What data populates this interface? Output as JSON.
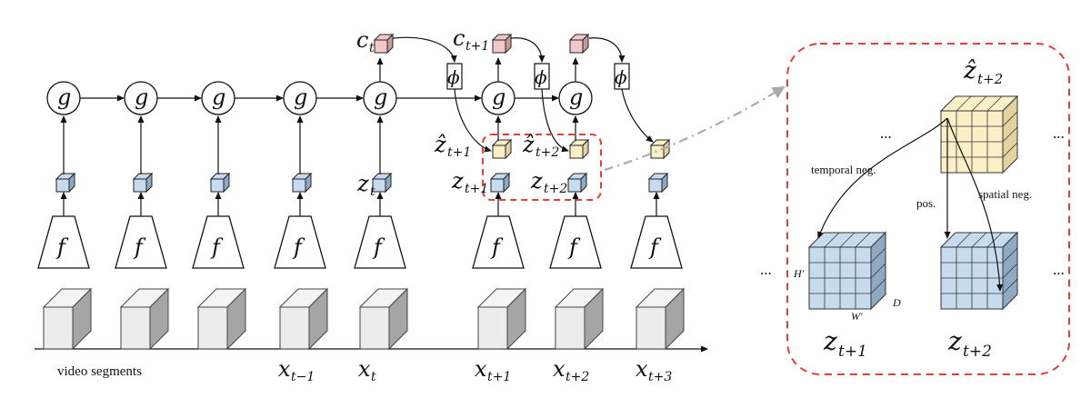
{
  "diagram": {
    "g_label": "g",
    "f_label": "f",
    "phi_label": "ϕ",
    "c_labels": {
      "ct": {
        "base": "c",
        "sub": "t"
      },
      "ct1": {
        "base": "c",
        "sub": "t+1"
      }
    },
    "z_labels": {
      "zt": {
        "base": "z",
        "sub": "t"
      },
      "zt1": {
        "base": "z",
        "sub": "t+1"
      },
      "zt2": {
        "base": "z",
        "sub": "t+2"
      }
    },
    "zhat_labels": {
      "zh1": {
        "base": "ẑ",
        "sub": "t+1"
      },
      "zh2": {
        "base": "ẑ",
        "sub": "t+2"
      }
    },
    "x_labels": [
      {
        "base": "x",
        "sub": "t−1"
      },
      {
        "base": "x",
        "sub": "t"
      },
      {
        "base": "x",
        "sub": "t+1"
      },
      {
        "base": "x",
        "sub": "t+2"
      },
      {
        "base": "x",
        "sub": "t+3"
      }
    ],
    "video_segments_label": "video segments",
    "zoom": {
      "zhat_label": {
        "base": "ẑ",
        "sub": "t+2"
      },
      "temporal_neg": "temporal neg.",
      "spatial_neg": "spatial neg.",
      "pos": "pos.",
      "ellipsis": "...",
      "dim_h": "H′",
      "dim_w": "W′",
      "dim_d": "D",
      "z1_label": {
        "base": "z",
        "sub": "t+1"
      },
      "z2_label": {
        "base": "z",
        "sub": "t+2"
      }
    },
    "colors": {
      "cube_blue": "#c7dbee",
      "cube_blue_side": "#8fa9c4",
      "cube_yellow": "#fbefc8",
      "cube_yellow_side": "#e3d3a0",
      "cube_pink": "#f2c9c9",
      "cube_pink_side": "#c99a9a",
      "seg_front": "#ececec",
      "seg_side": "#a5a5a5",
      "dash_red": "#e0403a",
      "arrow_gray": "#aaaaaa"
    }
  }
}
